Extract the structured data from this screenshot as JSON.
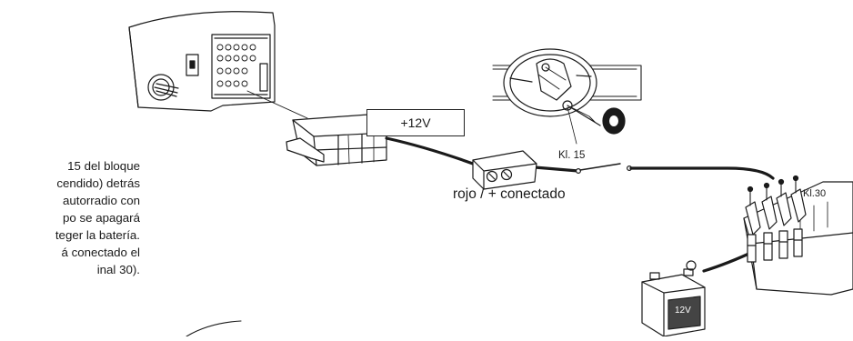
{
  "voltage_box": "+12V",
  "side_text": [
    "15 del bloque",
    "cendido) detrás",
    "autorradio con",
    "po se apagará",
    "teger la batería.",
    "á conectado el",
    "inal 30)."
  ],
  "connector_label": "rojo  /  + conectado",
  "switch_label": "Kl. 15",
  "terminal_label": "Kl.30",
  "battery_label": "12V",
  "colors": {
    "line": "#1a1a1a",
    "background": "#ffffff"
  },
  "icons": [
    "radio-unit-icon",
    "adapter-plug-icon",
    "steering-wheel-icon",
    "ignition-key-icon",
    "fuse-connector-icon",
    "fuse-box-icon",
    "battery-icon"
  ]
}
